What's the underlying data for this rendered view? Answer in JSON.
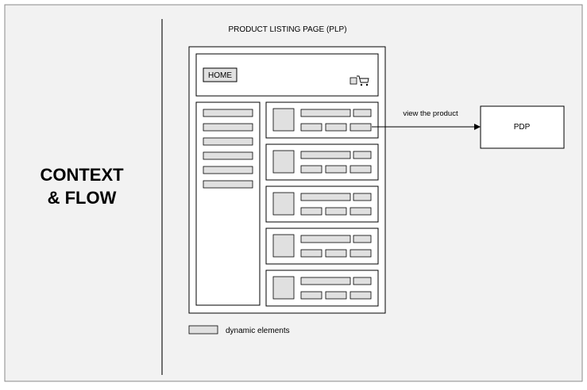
{
  "context_label_line1": "CONTEXT",
  "context_label_line2": "& FLOW",
  "plp_title": "PRODUCT LISTING PAGE (PLP)",
  "home_button_label": "HOME",
  "arrow_label": "view the product",
  "pdp_label": "PDP",
  "legend_label": "dynamic elements",
  "icons": [
    "cart-icon"
  ],
  "colors": {
    "background": "#f2f2f2",
    "placeholder_fill": "#e0e0e0",
    "stroke": "#000000",
    "box_fill": "#ffffff"
  },
  "product_cards": [
    {
      "id": "product-card-1"
    },
    {
      "id": "product-card-2"
    },
    {
      "id": "product-card-3"
    },
    {
      "id": "product-card-4"
    },
    {
      "id": "product-card-5"
    }
  ],
  "filter_items": 6
}
